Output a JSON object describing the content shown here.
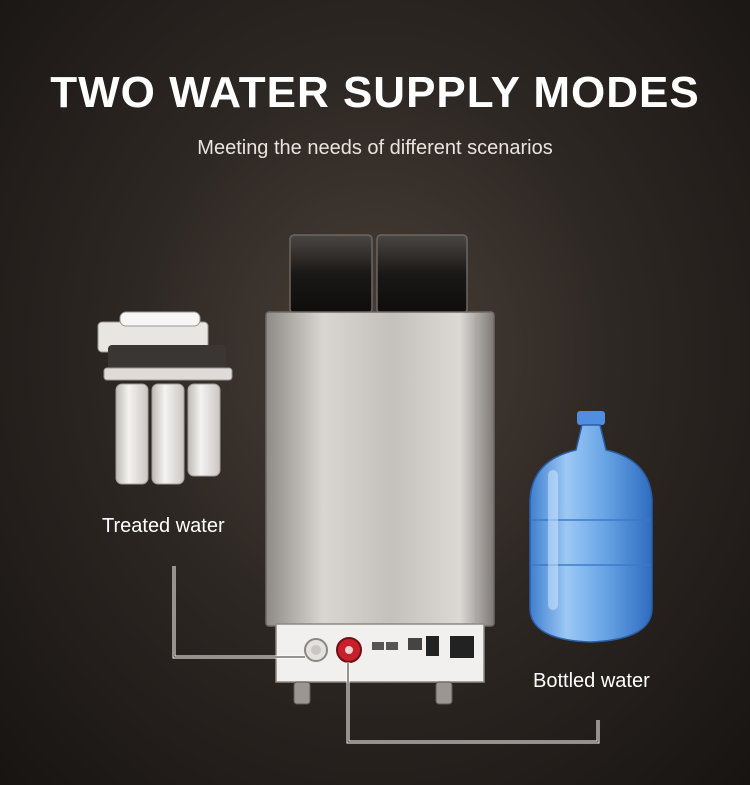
{
  "title": "TWO WATER SUPPLY MODES",
  "subtitle": "Meeting the needs of different scenarios",
  "labels": {
    "treated": "Treated water",
    "bottled": "Bottled water"
  },
  "colors": {
    "background": "#2e2824",
    "text": "#ffffff",
    "line": "#ffffff",
    "steel": "#c9c6c3",
    "bottle_blue": "#6aa6e6",
    "knob_red": "#c8202a"
  }
}
